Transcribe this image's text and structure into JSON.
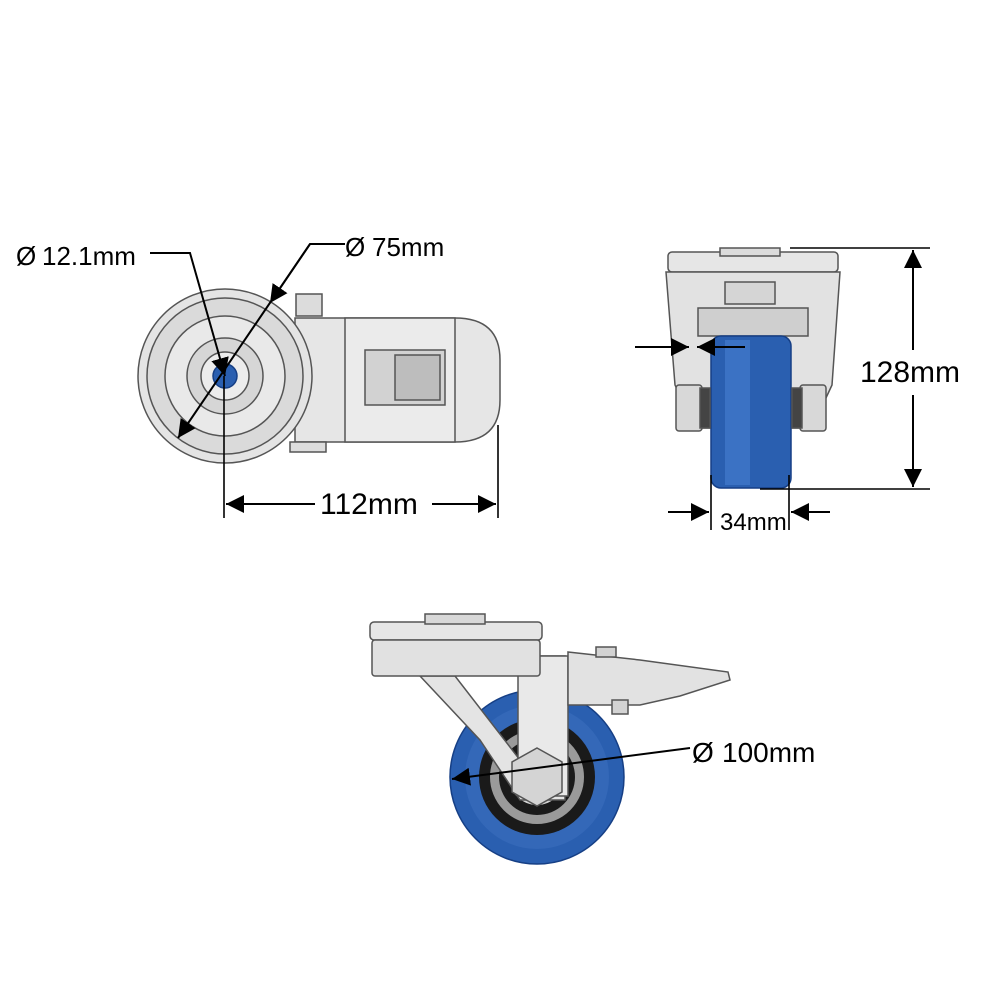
{
  "dimensions": {
    "bolt_hole_diameter": {
      "symbol": "Ø",
      "value": "12.1mm"
    },
    "plate_diameter": {
      "symbol": "Ø",
      "value": "75mm"
    },
    "overall_length": "112mm",
    "overall_height": "128mm",
    "wheel_width": "34mm",
    "wheel_diameter": {
      "symbol": "Ø",
      "value": "100mm"
    }
  },
  "colors": {
    "steel": "#e6e6e6",
    "steel_dark": "#c8c8c8",
    "outline": "#555555",
    "wheel_blue": "#2a5fb0",
    "wheel_blue_dark": "#163f85",
    "rim_black": "#1a1a1a",
    "dimension": "#000000"
  },
  "views": [
    "top-view",
    "front-view",
    "side-view"
  ]
}
